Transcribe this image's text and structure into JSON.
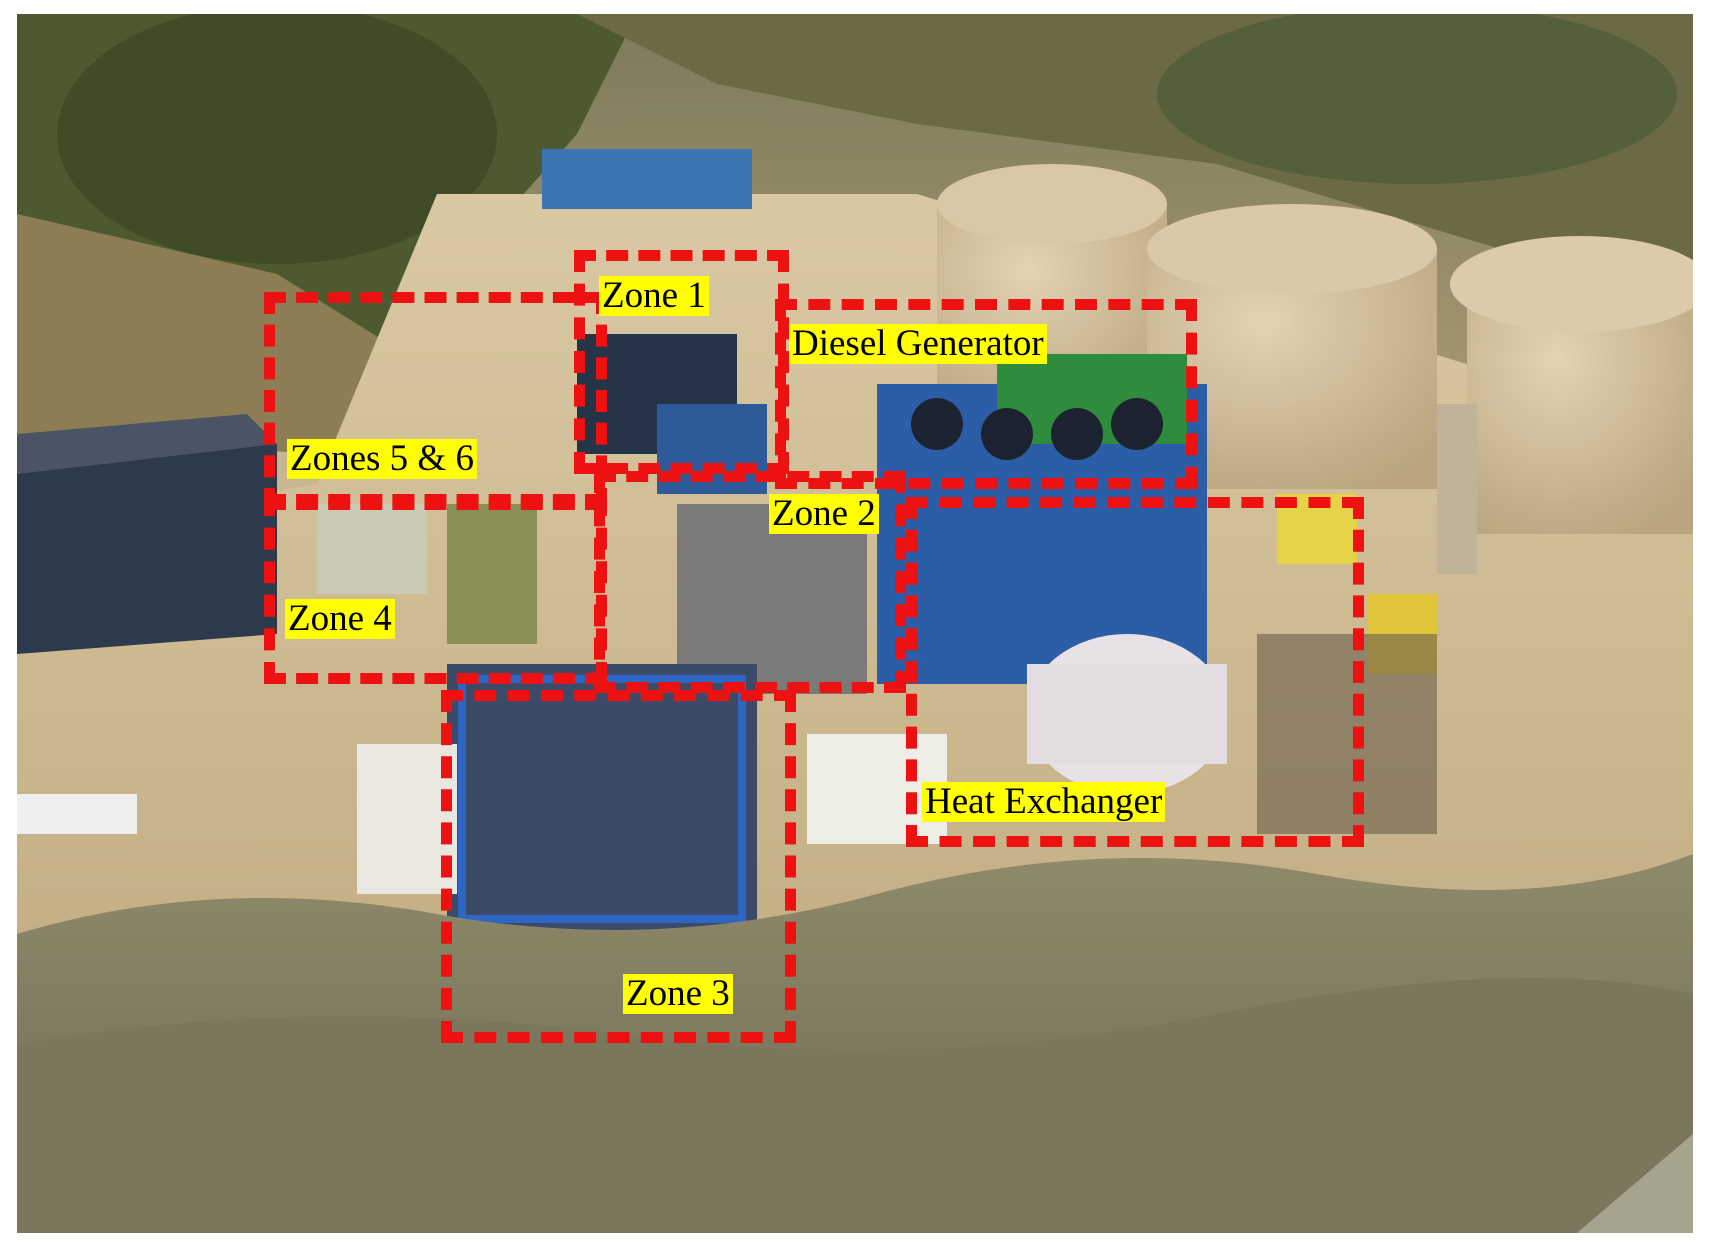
{
  "figure": {
    "palette": {
      "annotation_box": "#ee1111",
      "label_background": "#ffff00",
      "label_text": "#000000"
    },
    "zones": [
      {
        "id": "zone-1",
        "label": "Zone 1"
      },
      {
        "id": "diesel-generator",
        "label": "Diesel Generator"
      },
      {
        "id": "zones-5-6",
        "label": "Zones 5 & 6"
      },
      {
        "id": "zone-2",
        "label": "Zone 2"
      },
      {
        "id": "zone-4",
        "label": "Zone 4"
      },
      {
        "id": "heat-exchanger",
        "label": "Heat Exchanger"
      },
      {
        "id": "zone-3",
        "label": "Zone 3"
      }
    ]
  }
}
